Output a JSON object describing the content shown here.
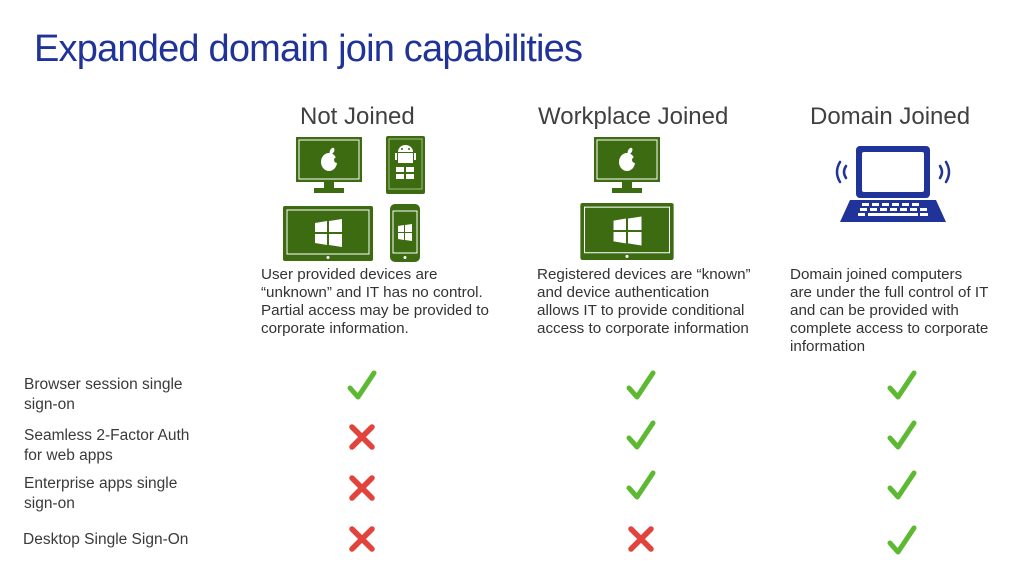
{
  "slide": {
    "title": "Expanded domain join capabilities"
  },
  "columns": [
    {
      "heading": "Not Joined",
      "description": "User provided devices are\n“unknown” and IT has no control.\nPartial access may be provided to\ncorporate information.",
      "icons": [
        "apple-monitor-icon",
        "android-tablet-icon",
        "windows-tablet-icon",
        "windows-phone-icon"
      ]
    },
    {
      "heading": "Workplace Joined",
      "description": "Registered devices are “known”\nand device authentication\nallows IT to provide conditional\naccess to corporate information",
      "icons": [
        "apple-monitor-icon",
        "windows-tablet-icon"
      ]
    },
    {
      "heading": "Domain Joined",
      "description": "Domain joined computers\nare under the full control of IT\nand can be provided with\ncomplete access to corporate\ninformation",
      "icons": [
        "wireless-laptop-icon"
      ]
    }
  ],
  "features": [
    {
      "label": "Browser session single\nsign-on",
      "support": [
        "check",
        "check",
        "check"
      ]
    },
    {
      "label": "Seamless 2-Factor Auth\nfor web apps",
      "support": [
        "cross",
        "check",
        "check"
      ]
    },
    {
      "label": "Enterprise apps single\nsign-on",
      "support": [
        "cross",
        "check",
        "check"
      ]
    },
    {
      "label": "Desktop Single Sign-On",
      "support": [
        "cross",
        "cross",
        "check"
      ]
    }
  ],
  "colors": {
    "title": "#1f3399",
    "device_green": "#3d6b12",
    "laptop_blue": "#1f3399",
    "check": "#5db832",
    "cross": "#e0443c"
  }
}
